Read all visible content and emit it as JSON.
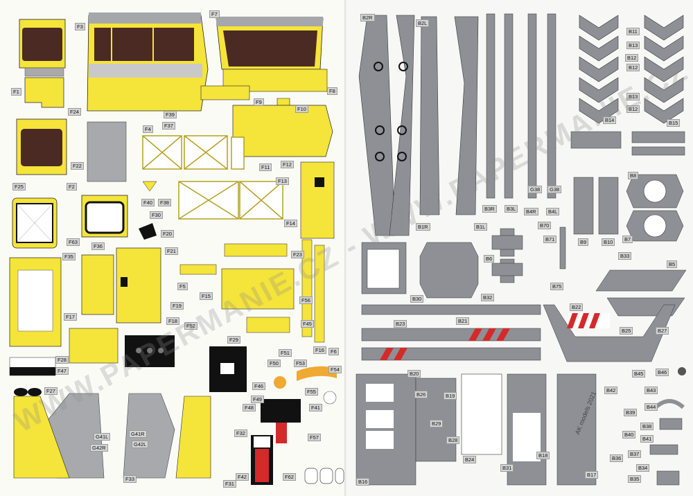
{
  "watermark": "WWW.PAPERMANIE.CZ - WWW.PAPERMANIE.CZ - WWW.PAPERMANIE.CZ",
  "stamp": "AK models 2021",
  "colors": {
    "yellow": "#f5e43a",
    "glass": "#4a2a22",
    "grey": "#8e9096",
    "light_grey": "#b9bcc1",
    "red": "#d42a2a",
    "black": "#111111"
  },
  "left_labels": [
    {
      "id": "F3",
      "t": "F3"
    },
    {
      "id": "F7",
      "t": "F7"
    },
    {
      "id": "F1",
      "t": "F1"
    },
    {
      "id": "F24",
      "t": "F24"
    },
    {
      "id": "F8",
      "t": "F8"
    },
    {
      "id": "F9",
      "t": "F9"
    },
    {
      "id": "F10",
      "t": "F10"
    },
    {
      "id": "F39",
      "t": "F39"
    },
    {
      "id": "F37",
      "t": "F37"
    },
    {
      "id": "F4",
      "t": "F4"
    },
    {
      "id": "F22",
      "t": "F22"
    },
    {
      "id": "F11",
      "t": "F11"
    },
    {
      "id": "F12",
      "t": "F12"
    },
    {
      "id": "F13",
      "t": "F13"
    },
    {
      "id": "F25",
      "t": "F25"
    },
    {
      "id": "F2",
      "t": "F2"
    },
    {
      "id": "F40",
      "t": "F40"
    },
    {
      "id": "F38",
      "t": "F38"
    },
    {
      "id": "F30",
      "t": "F30"
    },
    {
      "id": "F20",
      "t": "F20"
    },
    {
      "id": "F63",
      "t": "F63"
    },
    {
      "id": "F14",
      "t": "F14"
    },
    {
      "id": "F36",
      "t": "F36"
    },
    {
      "id": "F21",
      "t": "F21"
    },
    {
      "id": "F23",
      "t": "F23"
    },
    {
      "id": "F35",
      "t": "F35"
    },
    {
      "id": "F5",
      "t": "F5"
    },
    {
      "id": "F15",
      "t": "F15"
    },
    {
      "id": "F19",
      "t": "F19"
    },
    {
      "id": "F56",
      "t": "F56"
    },
    {
      "id": "F18",
      "t": "F18"
    },
    {
      "id": "F17",
      "t": "F17"
    },
    {
      "id": "F52",
      "t": "F52"
    },
    {
      "id": "F45",
      "t": "F45"
    },
    {
      "id": "F29",
      "t": "F29"
    },
    {
      "id": "F16",
      "t": "F16"
    },
    {
      "id": "F6",
      "t": "F6"
    },
    {
      "id": "F51",
      "t": "F51"
    },
    {
      "id": "F28",
      "t": "F28"
    },
    {
      "id": "F50",
      "t": "F50"
    },
    {
      "id": "F53",
      "t": "F53"
    },
    {
      "id": "F47",
      "t": "F47"
    },
    {
      "id": "F54",
      "t": "F54"
    },
    {
      "id": "F46",
      "t": "F46"
    },
    {
      "id": "F27",
      "t": "F27"
    },
    {
      "id": "F55",
      "t": "F55"
    },
    {
      "id": "F49",
      "t": "F49"
    },
    {
      "id": "F48",
      "t": "F48"
    },
    {
      "id": "F41",
      "t": "F41"
    },
    {
      "id": "G41L",
      "t": "G41L"
    },
    {
      "id": "G41R",
      "t": "G41R"
    },
    {
      "id": "F32",
      "t": "F32"
    },
    {
      "id": "G42R",
      "t": "G42R"
    },
    {
      "id": "G42L",
      "t": "G42L"
    },
    {
      "id": "F57",
      "t": "F57"
    },
    {
      "id": "F33",
      "t": "F33"
    },
    {
      "id": "F42",
      "t": "F42"
    },
    {
      "id": "F62",
      "t": "F62"
    },
    {
      "id": "F31",
      "t": "F31"
    }
  ],
  "right_labels": [
    {
      "id": "B2R",
      "t": "B2R"
    },
    {
      "id": "B2L",
      "t": "B2L"
    },
    {
      "id": "B11",
      "t": "B11"
    },
    {
      "id": "B13a",
      "t": "B13"
    },
    {
      "id": "B12a",
      "t": "B12"
    },
    {
      "id": "B12b",
      "t": "B12"
    },
    {
      "id": "B13b",
      "t": "B13"
    },
    {
      "id": "B12c",
      "t": "B12"
    },
    {
      "id": "B14",
      "t": "B14"
    },
    {
      "id": "B15",
      "t": "B15"
    },
    {
      "id": "G38a",
      "t": "G38"
    },
    {
      "id": "G38b",
      "t": "G38"
    },
    {
      "id": "B8",
      "t": "B8"
    },
    {
      "id": "B3R",
      "t": "B3R"
    },
    {
      "id": "B3L",
      "t": "B3L"
    },
    {
      "id": "B4R",
      "t": "B4R"
    },
    {
      "id": "B4L",
      "t": "B4L"
    },
    {
      "id": "B1R",
      "t": "B1R"
    },
    {
      "id": "B1L",
      "t": "B1L"
    },
    {
      "id": "B70",
      "t": "B70"
    },
    {
      "id": "B71",
      "t": "B71"
    },
    {
      "id": "B9",
      "t": "B9"
    },
    {
      "id": "B10",
      "t": "B10"
    },
    {
      "id": "B7",
      "t": "B7"
    },
    {
      "id": "B6",
      "t": "B6"
    },
    {
      "id": "B33",
      "t": "B33"
    },
    {
      "id": "B5",
      "t": "B5"
    },
    {
      "id": "B30",
      "t": "B30"
    },
    {
      "id": "B32",
      "t": "B32"
    },
    {
      "id": "B75",
      "t": "B75"
    },
    {
      "id": "B22",
      "t": "B22"
    },
    {
      "id": "B23",
      "t": "B23"
    },
    {
      "id": "B21",
      "t": "B21"
    },
    {
      "id": "B25",
      "t": "B25"
    },
    {
      "id": "B27",
      "t": "B27"
    },
    {
      "id": "B20",
      "t": "B20"
    },
    {
      "id": "B26",
      "t": "B26"
    },
    {
      "id": "B19",
      "t": "B19"
    },
    {
      "id": "B45",
      "t": "B45"
    },
    {
      "id": "B46",
      "t": "B46"
    },
    {
      "id": "B42",
      "t": "B42"
    },
    {
      "id": "B43",
      "t": "B43"
    },
    {
      "id": "B29",
      "t": "B29"
    },
    {
      "id": "B39",
      "t": "B39"
    },
    {
      "id": "B44",
      "t": "B44"
    },
    {
      "id": "B28",
      "t": "B28"
    },
    {
      "id": "B38",
      "t": "B38"
    },
    {
      "id": "B40",
      "t": "B40"
    },
    {
      "id": "B41",
      "t": "B41"
    },
    {
      "id": "B24",
      "t": "B24"
    },
    {
      "id": "B18",
      "t": "B18"
    },
    {
      "id": "B36",
      "t": "B36"
    },
    {
      "id": "B37",
      "t": "B37"
    },
    {
      "id": "B34",
      "t": "B34"
    },
    {
      "id": "B31",
      "t": "B31"
    },
    {
      "id": "B17",
      "t": "B17"
    },
    {
      "id": "B35",
      "t": "B35"
    },
    {
      "id": "B16",
      "t": "B16"
    }
  ]
}
